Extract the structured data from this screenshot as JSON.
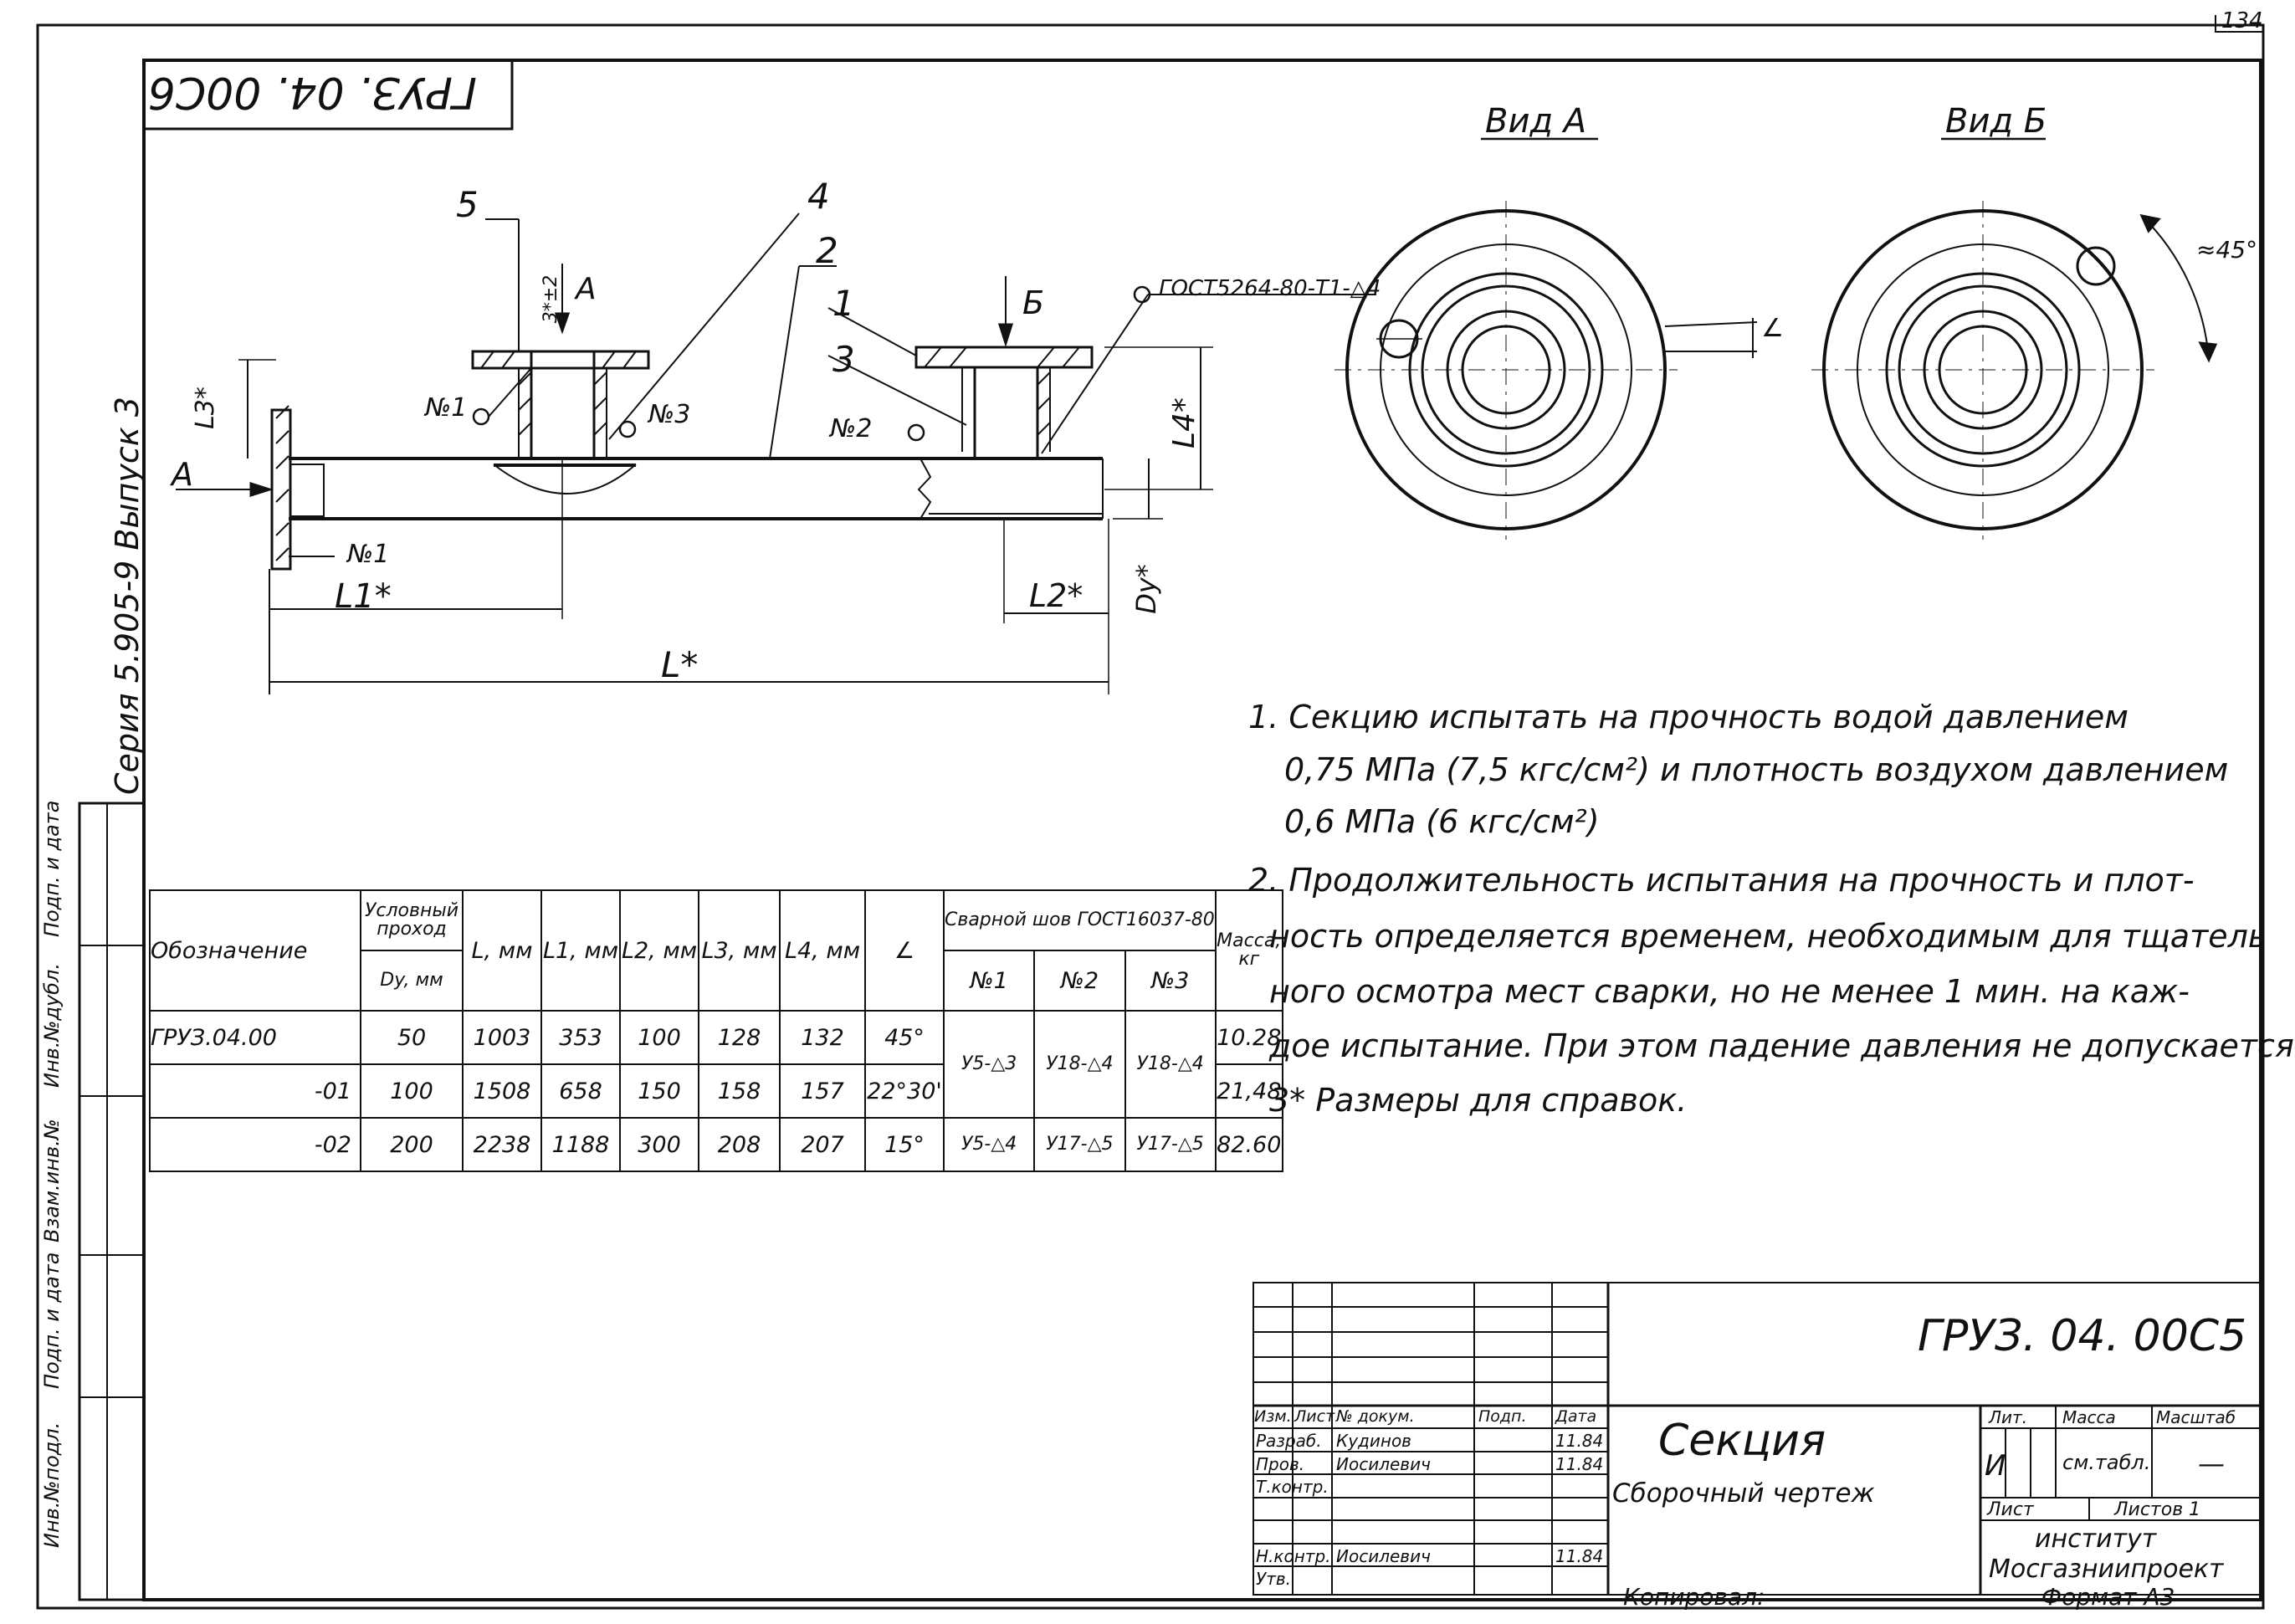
{
  "sheet": {
    "page_number": "134",
    "doc_code_rotated": "ГРУЗ. 04. 00С6",
    "series_label": "Серия 5.905-9   Выпуск 3"
  },
  "views": {
    "view_a": "Вид А",
    "view_b": "Вид Б",
    "angle_label": "≈45°",
    "alpha_label": "∠"
  },
  "drawing": {
    "callouts": [
      "1",
      "2",
      "3",
      "4",
      "5"
    ],
    "weld_marks": [
      "№1",
      "№2",
      "№3",
      "№1"
    ],
    "gost_weld": "ГОСТ5264-80-Т1-△4",
    "arrow_a": "А",
    "arrow_b": "Б",
    "dim_l": "L*",
    "dim_l1": "L1*",
    "dim_l2": "L2*",
    "dim_l3": "L3*",
    "dim_l4": "L4*",
    "dim_dy": "Dy*",
    "dim_3": "3*±2"
  },
  "notes": [
    "1. Секцию испытать на прочность водой давлением",
    "0,75 МПа (7,5 кгс/см²) и плотность воздухом давлением",
    "0,6 МПа (6 кгс/см²)",
    "2. Продолжительность испытания на прочность и плот-",
    "ность определяется временем, необходимым для тщатель",
    "ного осмотра мест сварки, но не менее 1 мин. на каж-",
    "дое испытание. При этом падение давления не допускается",
    "3* Размеры для справок."
  ],
  "spec_table": {
    "header": {
      "designation": "Обозначение",
      "passage_top": "Условный проход",
      "passage_unit": "Dy, мм",
      "l": "L, мм",
      "l1": "L1, мм",
      "l2": "L2, мм",
      "l3": "L3, мм",
      "l4": "L4, мм",
      "alpha": "∠",
      "weld_group": "Сварной шов ГОСТ16037-80",
      "w1": "№1",
      "w2": "№2",
      "w3": "№3",
      "mass": "Масса, кг"
    },
    "rows": [
      {
        "designation": "ГРУЗ.04.00",
        "dy": "50",
        "l": "1003",
        "l1": "353",
        "l2": "100",
        "l3": "128",
        "l4": "132",
        "alpha": "45°",
        "w1": "",
        "w2": "",
        "w3": "",
        "mass": "10.28"
      },
      {
        "designation": "-01",
        "dy": "100",
        "l": "1508",
        "l1": "658",
        "l2": "150",
        "l3": "158",
        "l4": "157",
        "alpha": "22°30'",
        "w1": "У5-△3",
        "w2": "У18-△4",
        "w3": "У18-△4",
        "mass": "21,48"
      },
      {
        "designation": "-02",
        "dy": "200",
        "l": "2238",
        "l1": "1188",
        "l2": "300",
        "l3": "208",
        "l4": "207",
        "alpha": "15°",
        "w1": "У5-△4",
        "w2": "У17-△5",
        "w3": "У17-△5",
        "mass": "82.60"
      }
    ]
  },
  "side_stamps": [
    "Инв.№подл.",
    "Подп. и дата",
    "Взам.инв.№",
    "Инв.№дубл.",
    "Подп. и дата"
  ],
  "title_block": {
    "doc_code": "ГРУЗ. 04. 00С5",
    "title": "Секция",
    "subtitle": "Сборочный чертеж",
    "col_headers": [
      "Изм.",
      "Лист",
      "№ докум.",
      "Подп.",
      "Дата"
    ],
    "roles": [
      {
        "role": "Разраб.",
        "name": "Кудинов",
        "date": "11.84"
      },
      {
        "role": "Пров.",
        "name": "Иосилевич",
        "date": "11.84"
      },
      {
        "role": "Т.контр.",
        "name": "",
        "date": ""
      },
      {
        "role": "Н.контр.",
        "name": "Иосилевич",
        "date": "11.84"
      },
      {
        "role": "Утв.",
        "name": "",
        "date": ""
      }
    ],
    "lit_label": "Лит.",
    "mass_label": "Масса",
    "scale_label": "Масштаб",
    "lit_value": "И",
    "mass_value": "см.табл.",
    "scale_value": "—",
    "sheet_label": "Лист",
    "sheets_label": "Листов 1",
    "org_line1": "институт",
    "org_line2": "Мосгазниипроект",
    "copied": "Копировал:",
    "format": "Формат А3"
  }
}
